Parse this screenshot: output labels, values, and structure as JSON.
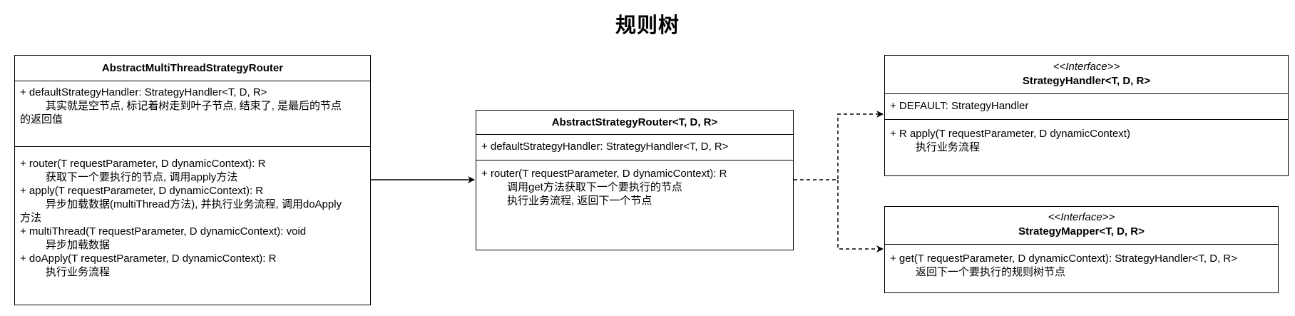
{
  "title": "规则树",
  "classes": {
    "multi_thread_router": {
      "name": "AbstractMultiThreadStrategyRouter",
      "attributes": {
        "decl": "+ defaultStrategyHandler:  StrategyHandler<T, D, R>",
        "note_line1": "其实就是空节点, 标记着树走到叶子节点, 结束了, 是最后的节点",
        "note_line2": "的返回值"
      },
      "methods": [
        {
          "sig": "+ router(T requestParameter, D dynamicContext): R",
          "note": "获取下一个要执行的节点, 调用apply方法"
        },
        {
          "sig": "+ apply(T requestParameter, D dynamicContext): R",
          "note": "异步加载数据(multiThread方法), 并执行业务流程, 调用doApply",
          "note_cont": "方法"
        },
        {
          "sig": "+ multiThread(T requestParameter, D dynamicContext): void",
          "note": "异步加载数据"
        },
        {
          "sig": "+  doApply(T requestParameter, D dynamicContext): R",
          "note": "执行业务流程"
        }
      ]
    },
    "strategy_router": {
      "name": "AbstractStrategyRouter<T, D, R>",
      "attribute": "+ defaultStrategyHandler: StrategyHandler<T, D, R>",
      "method": {
        "sig": "+ router(T requestParameter, D dynamicContext): R",
        "note1": "调用get方法获取下一个要执行的节点",
        "note2": "执行业务流程, 返回下一个节点"
      }
    },
    "strategy_handler": {
      "stereotype": "<<Interface>>",
      "name": "StrategyHandler<T, D, R>",
      "attribute": "+ DEFAULT: StrategyHandler",
      "method": {
        "sig": "+ R apply(T requestParameter, D dynamicContext)",
        "note": "执行业务流程"
      }
    },
    "strategy_mapper": {
      "stereotype": "<<Interface>>",
      "name": "StrategyMapper<T, D, R>",
      "method": {
        "sig": "+ get(T requestParameter, D dynamicContext): StrategyHandler<T, D, R>",
        "note": "返回下一个要执行的规则树节点"
      }
    }
  }
}
